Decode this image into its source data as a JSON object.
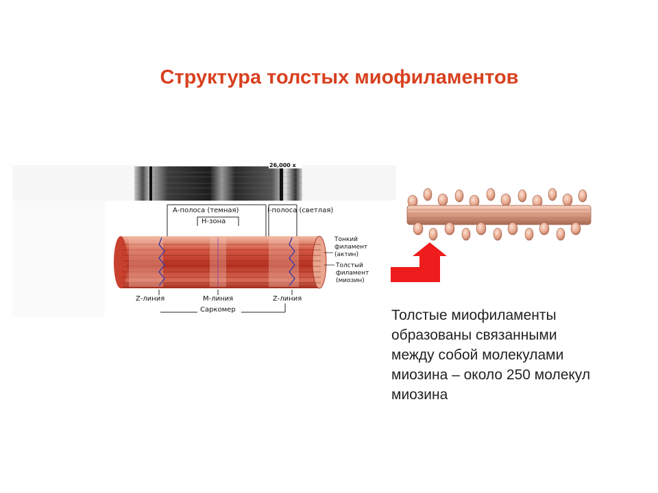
{
  "slide": {
    "title": "Структура толстых миофиламентов"
  },
  "micrograph": {
    "magnification": "26,000 x"
  },
  "labels": {
    "a_band": "А-полоса (темная)",
    "i_band": "I-полоса (светлая)",
    "h_zone": "Н-зона",
    "thin_filament": [
      "Тонкий",
      "филамент",
      "(актин)"
    ],
    "thick_filament": [
      "Толстый",
      "филамент",
      "(миозин)"
    ],
    "z_line_left": "Z-линия",
    "m_line": "М-линия",
    "z_line_right": "Z-линия",
    "sarcomere": "Саркомер"
  },
  "caption": {
    "lines": [
      "Толстые миофиламенты",
      "образованы связанными",
      "между собой молекулами",
      "миозина – около 250 молекул",
      "миозина"
    ]
  },
  "colors": {
    "title": "#d8401f",
    "arrow": "#ee1c1c",
    "fiber": "#c23d2a",
    "myosin": "#e7a98f"
  }
}
